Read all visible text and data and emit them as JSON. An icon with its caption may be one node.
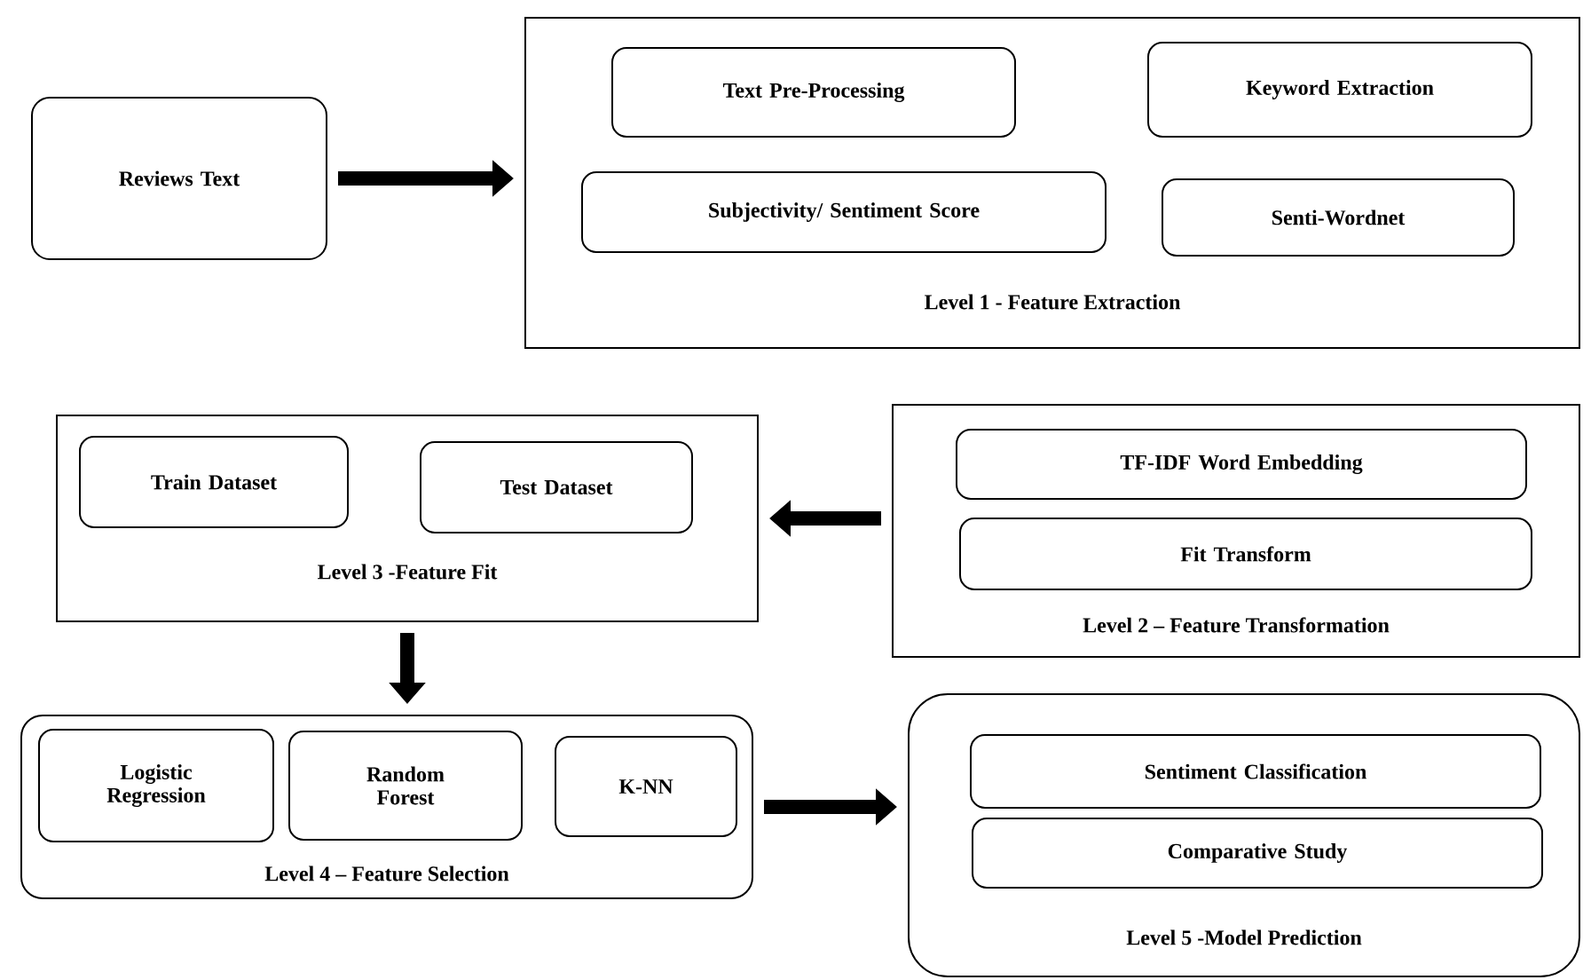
{
  "diagram": {
    "nodes": [
      {
        "text": [
          "Reviews Text"
        ]
      },
      {
        "text": [
          "Level 1 - Feature Extraction"
        ]
      },
      {
        "text": [
          "Text Pre-Processing"
        ],
        "in": 1
      },
      {
        "text": [
          "Keyword Extraction"
        ],
        "in": 1
      },
      {
        "text": [
          "Subjectivity/ Sentiment Score"
        ],
        "in": 1
      },
      {
        "text": [
          "Senti-Wordnet"
        ],
        "in": 1
      },
      {
        "text": [
          "Level 2 – Feature Transformation"
        ]
      },
      {
        "text": [
          "TF-IDF Word Embedding"
        ],
        "in": 6
      },
      {
        "text": [
          "Fit Transform"
        ],
        "in": 6
      },
      {
        "text": [
          "Level 3 -Feature Fit"
        ]
      },
      {
        "text": [
          "Train Dataset"
        ],
        "in": 9
      },
      {
        "text": [
          "Test Dataset"
        ],
        "in": 9
      },
      {
        "text": [
          "Level 4 – Feature Selection"
        ]
      },
      {
        "text": [
          "Logistic Regression"
        ],
        "in": 12
      },
      {
        "text": [
          "Random Forest"
        ],
        "in": 12
      },
      {
        "text": [
          "K-NN"
        ],
        "in": 12
      },
      {
        "text": [
          "Level 5 -Model Prediction"
        ]
      },
      {
        "text": [
          "Sentiment Classification"
        ],
        "in": 16
      },
      {
        "text": [
          "Comparative Study"
        ],
        "in": 16
      }
    ],
    "edges": [
      {
        "from": 0,
        "to": 1,
        "arrow": "to"
      },
      {
        "from": 6,
        "to": 9,
        "arrow": "to"
      },
      {
        "from": 9,
        "to": 12,
        "arrow": "to"
      },
      {
        "from": 12,
        "to": 16,
        "arrow": "to"
      }
    ]
  }
}
